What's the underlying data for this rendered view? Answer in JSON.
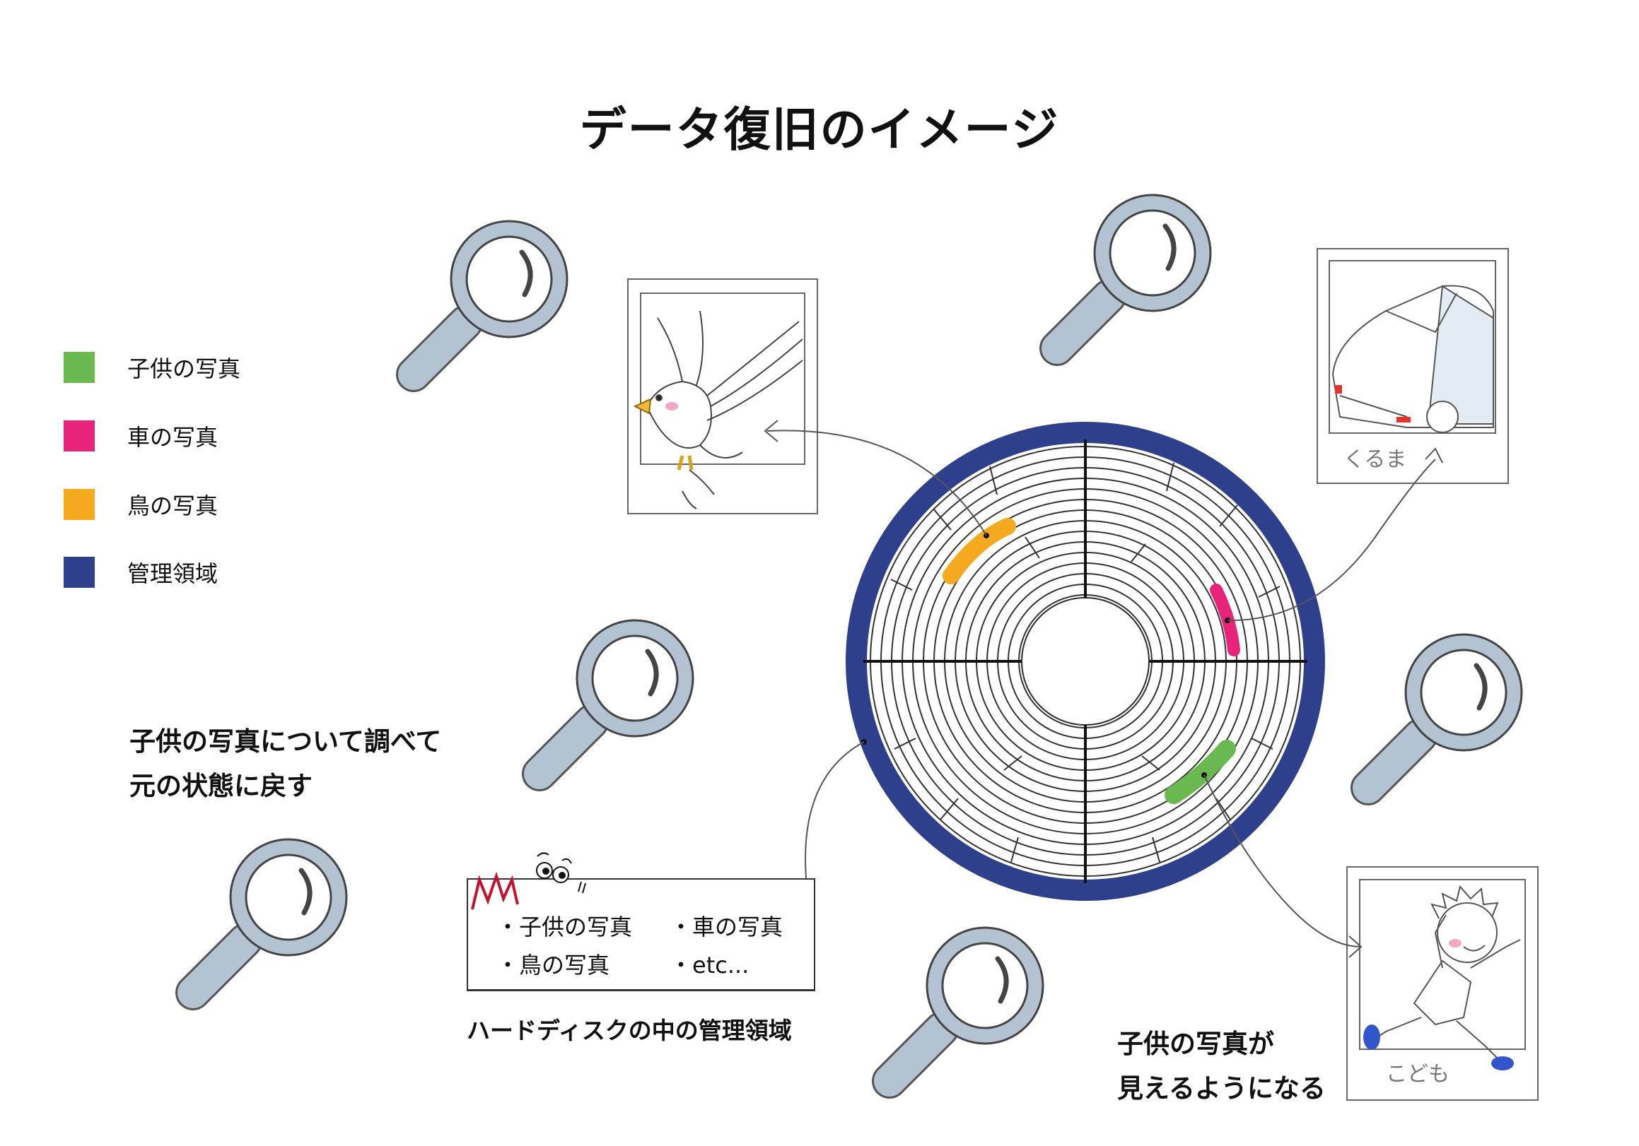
{
  "title": "データ復旧のイメージ",
  "legend": [
    {
      "label": "子供の写真",
      "color": "#6ab850"
    },
    {
      "label": "車の写真",
      "color": "#e8237a"
    },
    {
      "label": "鳥の写真",
      "color": "#f5a91e"
    },
    {
      "label": "管理領域",
      "color": "#2e3f8c"
    }
  ],
  "instruction": {
    "line1": "子供の写真について調べて",
    "line2": "元の状態に戻す"
  },
  "management_area": {
    "items": [
      "・子供の写真",
      "・車の写真",
      "・鳥の写真",
      "・etc..."
    ],
    "caption": "ハードディスクの中の管理領域"
  },
  "result": {
    "line1": "子供の写真が",
    "line2": "見えるようになる"
  },
  "photos": {
    "car_handwritten": "くるま",
    "kid_handwritten": "こども"
  },
  "icons": [
    "magnifier-icon",
    "bird-drawing",
    "car-drawing",
    "child-drawing",
    "surprised-eyes-icon",
    "hard-disk-platter"
  ]
}
